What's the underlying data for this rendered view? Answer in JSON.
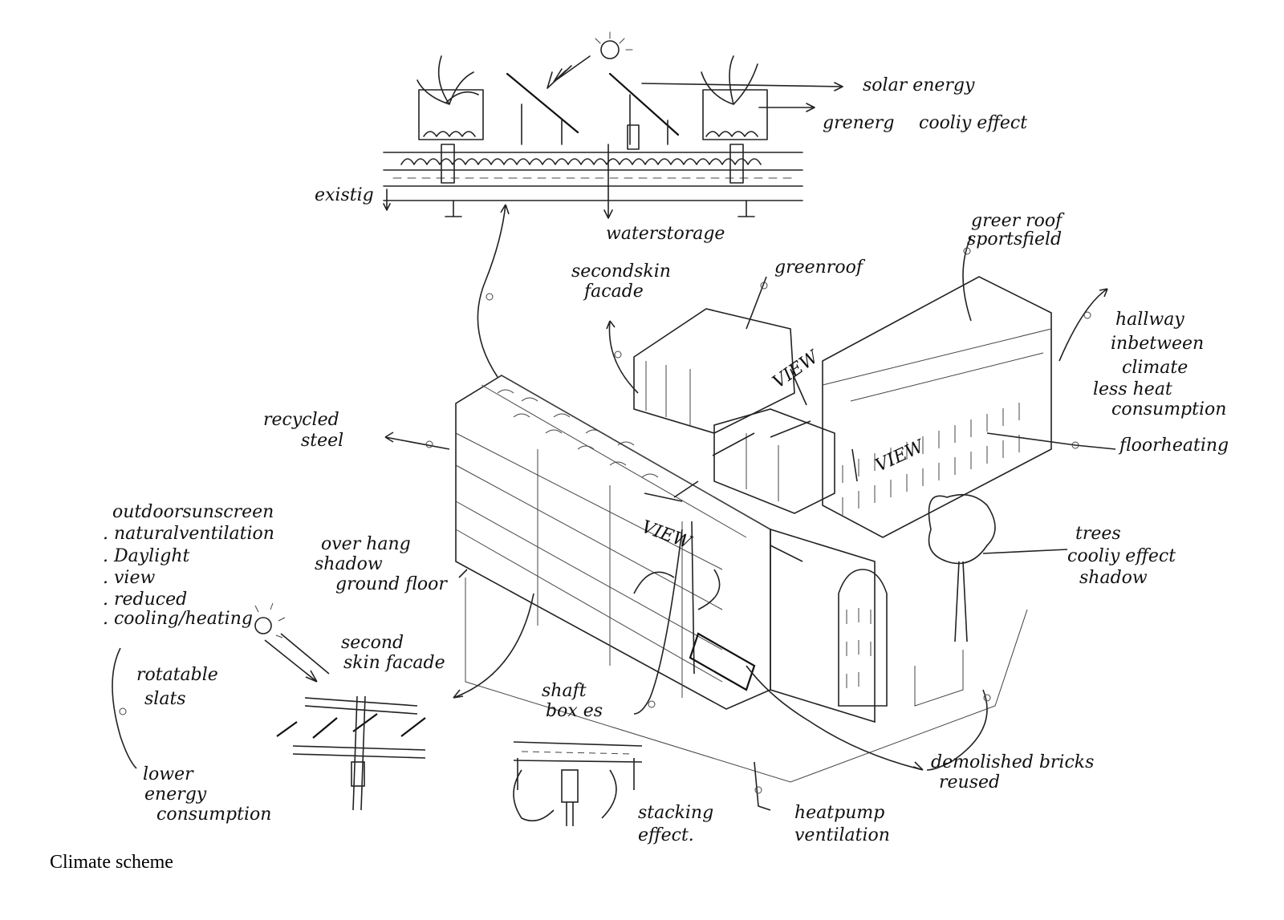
{
  "caption": "Climate scheme",
  "annotations": {
    "solar_energy": "solar energy",
    "greenery": "grenerg",
    "cooling_effect": "cooliy effect",
    "existing": "existig",
    "water_storage": "waterstorage",
    "second_skin_facade_top_1": "secondskin",
    "second_skin_facade_top_2": "facade",
    "green_roof": "greenroof",
    "green_roof_sports_1": "greer roof",
    "green_roof_sports_2": "sportsfield",
    "hallway_1": "hallway",
    "hallway_2": "inbetween",
    "hallway_3": "climate",
    "hallway_4": "less heat",
    "hallway_5": "consumption",
    "recycled_steel_1": "recycled",
    "recycled_steel_2": "steel",
    "view_1": "VIEW",
    "view_2": "VIEW",
    "view_3": "VIEW",
    "floor_heating": "floorheating",
    "outdoor_sunscreen": "outdoorsunscreen",
    "list_1": ". naturalventilation",
    "list_2": ". Daylight",
    "list_3": ". view",
    "list_4": ". reduced",
    "list_5": ". cooling/heating",
    "overhang_1": "over hang",
    "overhang_2": "shadow",
    "overhang_3": "ground floor",
    "trees_1": "trees",
    "trees_2": "cooliy effect",
    "trees_3": "shadow",
    "second_skin_2a": "second",
    "second_skin_2b": "skin facade",
    "rotatable_1": "rotatable",
    "rotatable_2": "slats",
    "lower_energy_1": "lower",
    "lower_energy_2": "energy",
    "lower_energy_3": "consumption",
    "shaft_1": "shaft",
    "shaft_2": "box es",
    "stacking_1": "stacking",
    "stacking_2": "effect.",
    "heatpump_1": "heatpump",
    "heatpump_2": "ventilation",
    "demolished_1": "demolished bricks",
    "demolished_2": "reused"
  }
}
